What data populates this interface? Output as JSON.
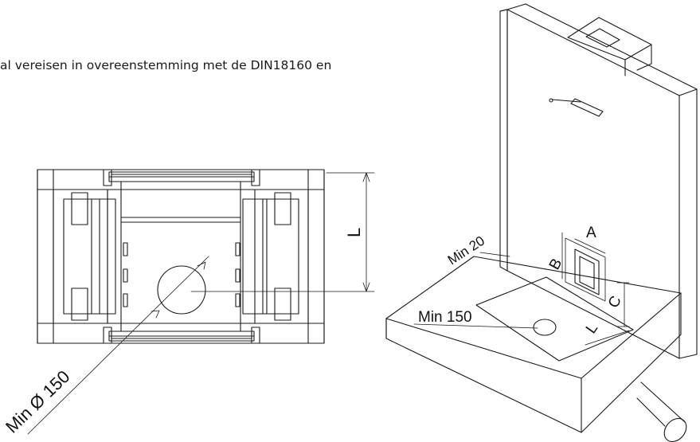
{
  "intro_text": "al vereisen in overeenstemming met de DIN18160 en",
  "left_view": {
    "diameter_label": "Min Ø 150",
    "length_label": "L"
  },
  "right_view": {
    "min20_label": "Min 20",
    "min150_label": "Min 150",
    "label_a": "A",
    "label_b": "B",
    "label_c": "C",
    "label_l": "L"
  },
  "colors": {
    "line": "#1a1a1a",
    "background": "#ffffff"
  }
}
